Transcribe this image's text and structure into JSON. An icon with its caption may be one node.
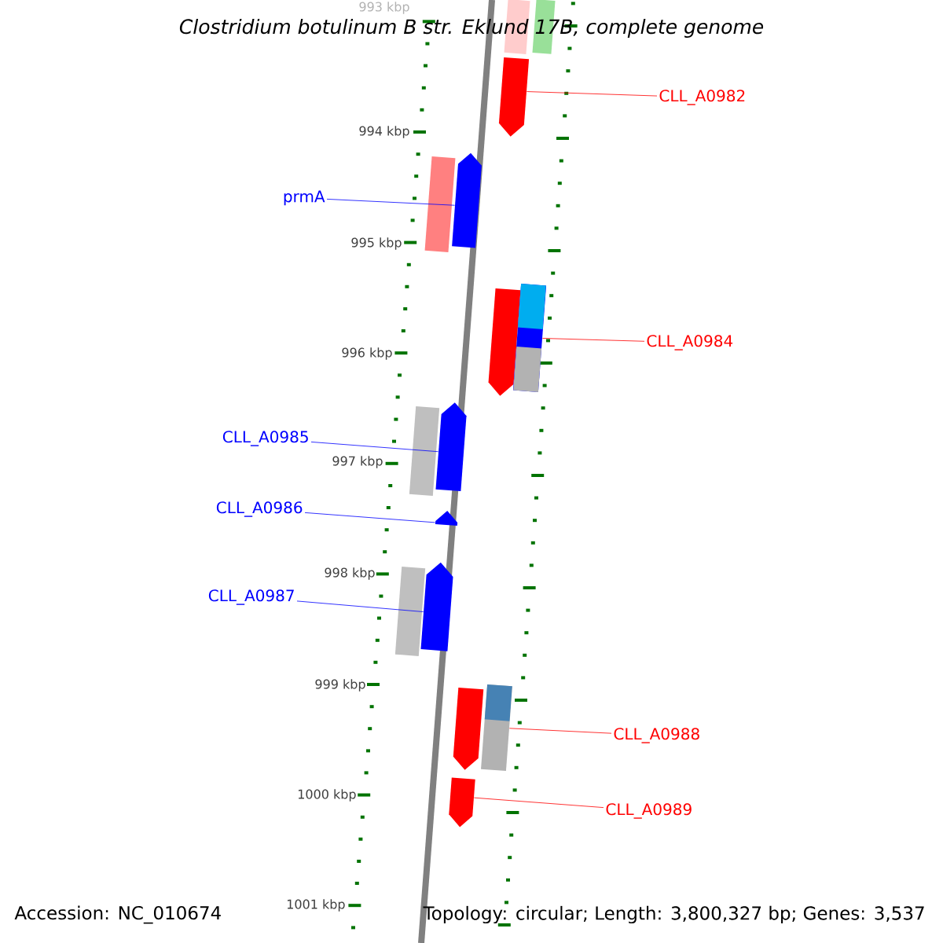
{
  "diagram": {
    "title": "Clostridium botulinum B str. Eklund 17B, complete genome",
    "nodes": [
      {
        "text": [],
        "shape": "bar"
      },
      {
        "text": [],
        "shape": "bar"
      },
      {
        "text": [
          "CLL_A0982"
        ]
      },
      {
        "text": [],
        "shape": "arrow"
      },
      {
        "text": [],
        "shape": "bar"
      },
      {
        "text": [
          "prmA"
        ]
      },
      {
        "text": [],
        "shape": "arrow"
      },
      {
        "text": [],
        "shape": "arrow"
      },
      {
        "text": [
          "CLL_A0984"
        ]
      },
      {
        "text": [],
        "shape": "bar"
      },
      {
        "text": [],
        "shape": "bar"
      },
      {
        "text": [
          "CLL_A0985"
        ]
      },
      {
        "text": [],
        "shape": "arrow"
      },
      {
        "text": [
          "CLL_A0986"
        ]
      },
      {
        "text": [],
        "shape": "arrow"
      },
      {
        "text": [],
        "shape": "bar"
      },
      {
        "text": [
          "CLL_A0987"
        ]
      },
      {
        "text": [],
        "shape": "arrow"
      },
      {
        "text": [],
        "shape": "arrow"
      },
      {
        "text": [
          "CLL_A0988"
        ]
      },
      {
        "text": [],
        "shape": "bar"
      },
      {
        "text": [
          "CLL_A0989"
        ]
      },
      {
        "text": [],
        "shape": "arrow"
      }
    ],
    "edges": [
      {
        "from": 2,
        "to": 3,
        "arrow": "none",
        "color": "#ff0000"
      },
      {
        "from": 5,
        "to": 6,
        "arrow": "none",
        "color": "#0000ff"
      },
      {
        "from": 8,
        "to": 9,
        "arrow": "none",
        "color": "#ff0000"
      },
      {
        "from": 11,
        "to": 12,
        "arrow": "none",
        "color": "#0000ff"
      },
      {
        "from": 13,
        "to": 14,
        "arrow": "none",
        "color": "#0000ff"
      },
      {
        "from": 16,
        "to": 17,
        "arrow": "none",
        "color": "#0000ff"
      },
      {
        "from": 19,
        "to": 20,
        "arrow": "none",
        "color": "#ff0000"
      },
      {
        "from": 21,
        "to": 22,
        "arrow": "none",
        "color": "#ff0000"
      }
    ],
    "labels": [
      "993 kbp",
      "994 kbp",
      "995 kbp",
      "996 kbp",
      "997 kbp",
      "998 kbp",
      "999 kbp",
      "1000 kbp",
      "1001 kbp",
      "Accession: NC_010674",
      "Topology: circular; Length: 3,800,327 bp; Genes: 3,537"
    ]
  }
}
